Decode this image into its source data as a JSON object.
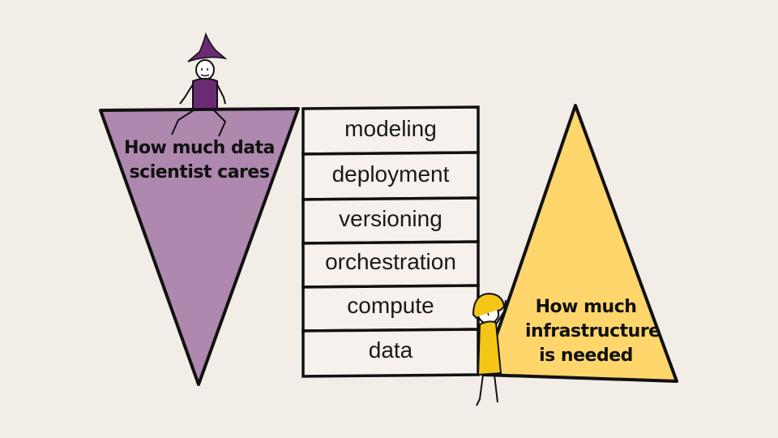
{
  "left_triangle": {
    "label": "How much data scientist cares",
    "fill": "#ae88ae"
  },
  "right_triangle": {
    "label": "How much infrastructure is needed",
    "fill": "#fed66c"
  },
  "stack": [
    "modeling",
    "deployment",
    "versioning",
    "orchestration",
    "compute",
    "data"
  ],
  "colors": {
    "background": "#f3ede7",
    "wizard": "#6b2a74",
    "worker": "#f5c518",
    "line": "#111111"
  }
}
